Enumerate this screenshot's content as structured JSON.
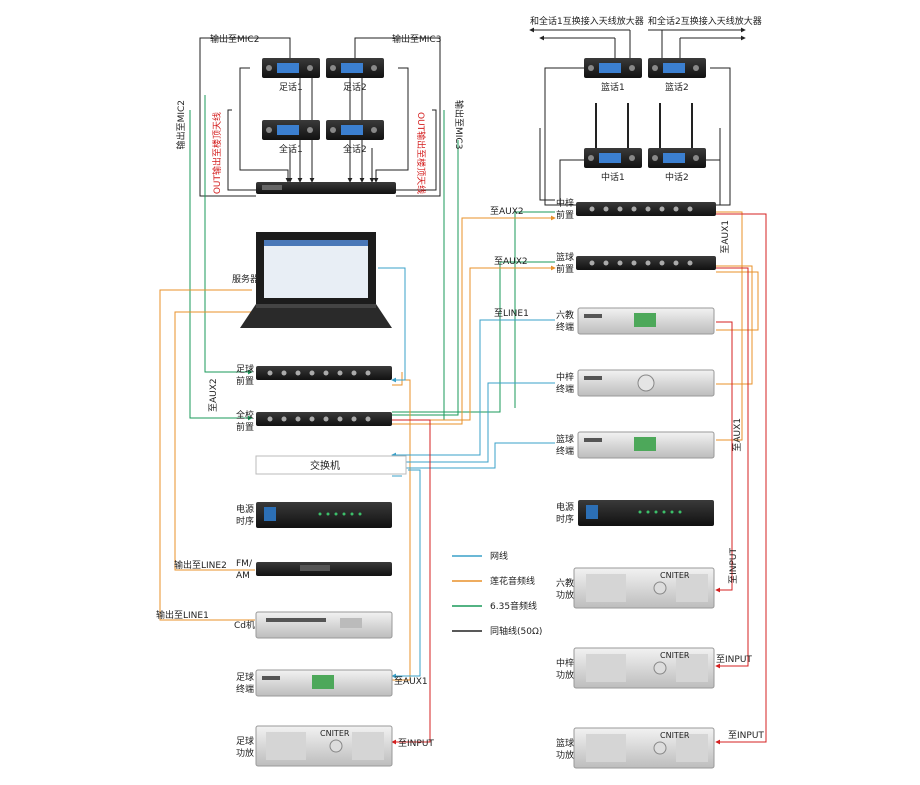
{
  "colors": {
    "network": "#3aa0c8",
    "rca": "#e8902a",
    "jack635": "#1a9a5a",
    "coax": "#222222",
    "red": "#d42020"
  },
  "top_left": {
    "out_mic2_top": "输出至MIC2",
    "out_mic3_top": "输出至MIC3",
    "football1": "足话1",
    "football2": "足话2",
    "allcall1": "全话1",
    "allcall2": "全话2",
    "out_mic2_side": "输出至MIC2",
    "out_mic3_side": "输出至MIC3",
    "out_antenna_left": "OUT输出至楼顶天线",
    "out_antenna_right": "OUT输出至楼顶天线"
  },
  "top_right": {
    "swap1": "和全话1互换接入天线放大器",
    "swap2": "和全话2互换接入天线放大器",
    "basket1": "篮话1",
    "basket2": "篮话2",
    "mid1": "中话1",
    "mid2": "中话2",
    "mid_pre_a": "中梓",
    "mid_pre_b": "前置",
    "bask_pre_a": "篮球",
    "bask_pre_b": "前置",
    "to_aux2_a": "至AUX2",
    "to_aux2_b": "至AUX2",
    "to_aux1_top": "至AUX1",
    "to_line1": "至LINE1",
    "six_term_a": "六教",
    "six_term_b": "终端",
    "mid_term_a": "中梓",
    "mid_term_b": "终端",
    "bask_term_a": "篮球",
    "bask_term_b": "终端",
    "to_aux1_mid": "至AUX1",
    "power_seq_r_a": "电源",
    "power_seq_r_b": "时序",
    "to_input_six": "至INPUT",
    "six_amp_a": "六教",
    "six_amp_b": "功放",
    "to_input_mid": "至INPUT",
    "mid_amp_a": "中梓",
    "mid_amp_b": "功放",
    "to_input_bask": "至INPUT",
    "bask_amp_a": "篮球",
    "bask_amp_b": "功放"
  },
  "left_col": {
    "server": "服务器",
    "foot_pre_a": "足球",
    "foot_pre_b": "前置",
    "to_aux2": "至AUX2",
    "campus_pre_a": "全校",
    "campus_pre_b": "前置",
    "switch": "交换机",
    "power_seq_a": "电源",
    "power_seq_b": "时序",
    "out_line2": "输出至LINE2",
    "fm_a": "FM/",
    "fm_b": "AM",
    "out_line1": "输出至LINE1",
    "cd": "Cd机",
    "foot_term_a": "足球",
    "foot_term_b": "终端",
    "to_aux1": "至AUX1",
    "foot_amp_a": "足球",
    "foot_amp_b": "功放",
    "to_input": "至INPUT"
  },
  "legend": {
    "network": "网线",
    "rca": "莲花音频线",
    "jack635": "6.35音频线",
    "coax": "同轴线(50Ω)"
  },
  "brand": {
    "amp": "CNITER"
  }
}
